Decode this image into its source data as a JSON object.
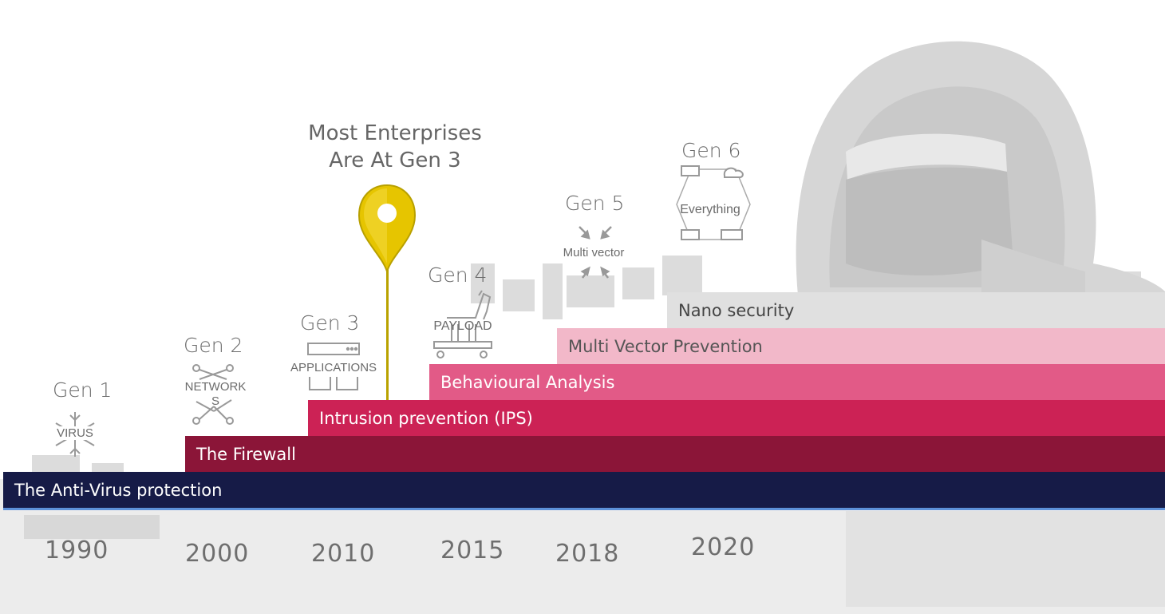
{
  "callout": {
    "line1": "Most Enterprises",
    "line2": "Are At Gen 3"
  },
  "generations": [
    {
      "label": "Gen 1",
      "tag": "VIRUS",
      "icon": "virus-snowflake-icon"
    },
    {
      "label": "Gen 2",
      "tag_line1": "NETWORK",
      "tag_line2": "S",
      "icon": "network-nodes-icon"
    },
    {
      "label": "Gen 3",
      "tag": "APPLICATIONS",
      "icon": "server-icon"
    },
    {
      "label": "Gen 4",
      "tag": "PAYLOAD",
      "icon": "trojan-horse-icon"
    },
    {
      "label": "Gen 5",
      "tag": "Multi vector",
      "icon": "converging-arrows-icon"
    },
    {
      "label": "Gen 6",
      "tag": "Everything",
      "icon": "connected-devices-icon"
    }
  ],
  "bands": [
    {
      "label": "The Anti-Virus protection",
      "color": "#161b47"
    },
    {
      "label": "The Firewall",
      "color": "#8b1538"
    },
    {
      "label": "Intrusion prevention (IPS)",
      "color": "#cc2255"
    },
    {
      "label": "Behavioural Analysis",
      "color": "#e25a87"
    },
    {
      "label": "Multi Vector Prevention",
      "color": "#f2b8c9"
    },
    {
      "label": "Nano security",
      "color": "#e0e0e0"
    }
  ],
  "years": [
    "1990",
    "2000",
    "2010",
    "2015",
    "2018",
    "2020"
  ],
  "colors": {
    "pin": "#e6c500",
    "pin_stroke": "#b8a000",
    "timeline_line": "#3a7bd5"
  }
}
